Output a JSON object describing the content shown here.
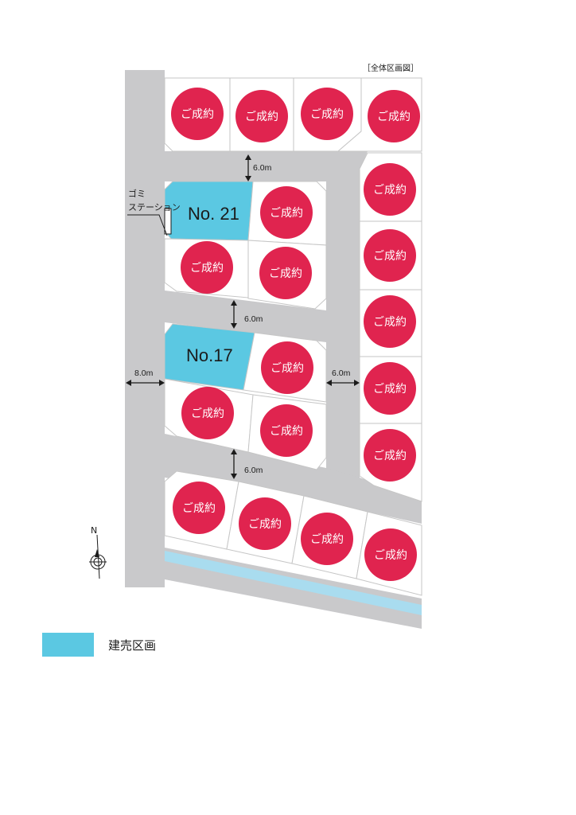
{
  "map": {
    "title": "［全体区画図］",
    "garbage_station_line1": "ゴミ",
    "garbage_station_line2": "ステーション",
    "north_label": "N",
    "sold_label": "ご成約",
    "lots_for_sale": [
      {
        "label": "No. 21"
      },
      {
        "label": "No.17"
      }
    ],
    "road_widths": {
      "west_road": "8.0m",
      "north_road": "6.0m",
      "middle_road": "6.0m",
      "south_road": "6.0m",
      "east_road": "6.0m"
    },
    "colors": {
      "for_sale": "#5bc8e2",
      "sold_badge": "#e0244f",
      "road": "#c9c9cb",
      "canal": "#a9dcef"
    }
  },
  "legend": {
    "items": [
      {
        "label": "建売区画",
        "color": "#5bc8e2"
      }
    ]
  }
}
